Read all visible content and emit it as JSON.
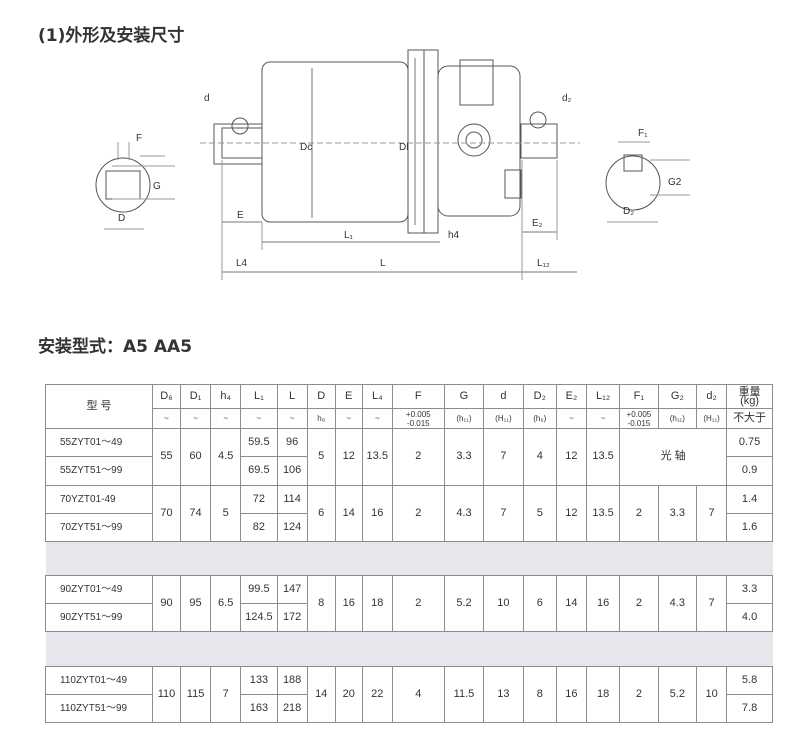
{
  "sections": {
    "dimensions_title": "(1)外形及安装尺寸",
    "mounting_title": "安装型式：A5  AA5"
  },
  "drawing_labels": {
    "F": "F",
    "G": "G",
    "D": "D",
    "d": "d",
    "d2": "d₂",
    "Dc": "Dc",
    "Dl": "Dl",
    "E": "E",
    "L1": "L₁",
    "h4": "h4",
    "L4": "L4",
    "L": "L",
    "E2": "E₂",
    "L12": "L₁₂",
    "F1": "F₁",
    "G2": "G2",
    "D2": "D₂"
  },
  "table": {
    "model_header": "型    号",
    "headers": [
      "D₆",
      "D₁",
      "h₄",
      "L₁",
      "L",
      "D",
      "E",
      "L₄",
      "F",
      "G",
      "d",
      "D₂",
      "E₂",
      "L₁₂",
      "F₁",
      "G₂",
      "d₂"
    ],
    "subheaders": [
      "~",
      "~",
      "~",
      "~",
      "~",
      "h₈",
      "~",
      "~",
      "+0.005\n-0.015",
      "(h₁₁)",
      "(H₁₁)",
      "(h₆)",
      "~",
      "~",
      "+0.005\n-0.015",
      "(h₁₁)",
      "(H₁₁)"
    ],
    "weight_header": "重量\n(kg)",
    "weight_sub": "不大于",
    "groups": [
      {
        "models": [
          "55ZYT01～49",
          "55ZYT51～99"
        ],
        "D6": "55",
        "D1": "60",
        "h4": "4.5",
        "L1": [
          "59.5",
          "69.5"
        ],
        "L": [
          "96",
          "106"
        ],
        "D": "5",
        "E": "12",
        "L4": "13.5",
        "F": "2",
        "G": "3.3",
        "d": "7",
        "D2": "4",
        "E2": "12",
        "L12": "13.5",
        "smooth": "光    轴",
        "weights": [
          "0.75",
          "0.9"
        ]
      },
      {
        "models": [
          "70YZT01-49",
          "70ZYT51～99"
        ],
        "D6": "70",
        "D1": "74",
        "h4": "5",
        "L1": [
          "72",
          "82"
        ],
        "L": [
          "114",
          "124"
        ],
        "D": "6",
        "E": "14",
        "L4": "16",
        "F": "2",
        "G": "4.3",
        "d": "7",
        "D2": "5",
        "E2": "12",
        "L12": "13.5",
        "F1": "2",
        "G2": "3.3",
        "d2": "7",
        "weights": [
          "1.4",
          "1.6"
        ]
      },
      {
        "models": [
          "90ZYT01～49",
          "90ZYT51～99"
        ],
        "D6": "90",
        "D1": "95",
        "h4": "6.5",
        "L1": [
          "99.5",
          "124.5"
        ],
        "L": [
          "147",
          "172"
        ],
        "D": "8",
        "E": "16",
        "L4": "18",
        "F": "2",
        "G": "5.2",
        "d": "10",
        "D2": "6",
        "E2": "14",
        "L12": "16",
        "F1": "2",
        "G2": "4.3",
        "d2": "7",
        "weights": [
          "3.3",
          "4.0"
        ]
      },
      {
        "models": [
          "110ZYT01～49",
          "110ZYT51～99"
        ],
        "D6": "110",
        "D1": "115",
        "h4": "7",
        "L1": [
          "133",
          "163"
        ],
        "L": [
          "188",
          "218"
        ],
        "D": "14",
        "E": "20",
        "L4": "22",
        "F": "4",
        "G": "11.5",
        "d": "13",
        "D2": "8",
        "E2": "16",
        "L12": "18",
        "F1": "2",
        "G2": "5.2",
        "d2": "10",
        "weights": [
          "5.8",
          "7.8"
        ]
      }
    ]
  }
}
